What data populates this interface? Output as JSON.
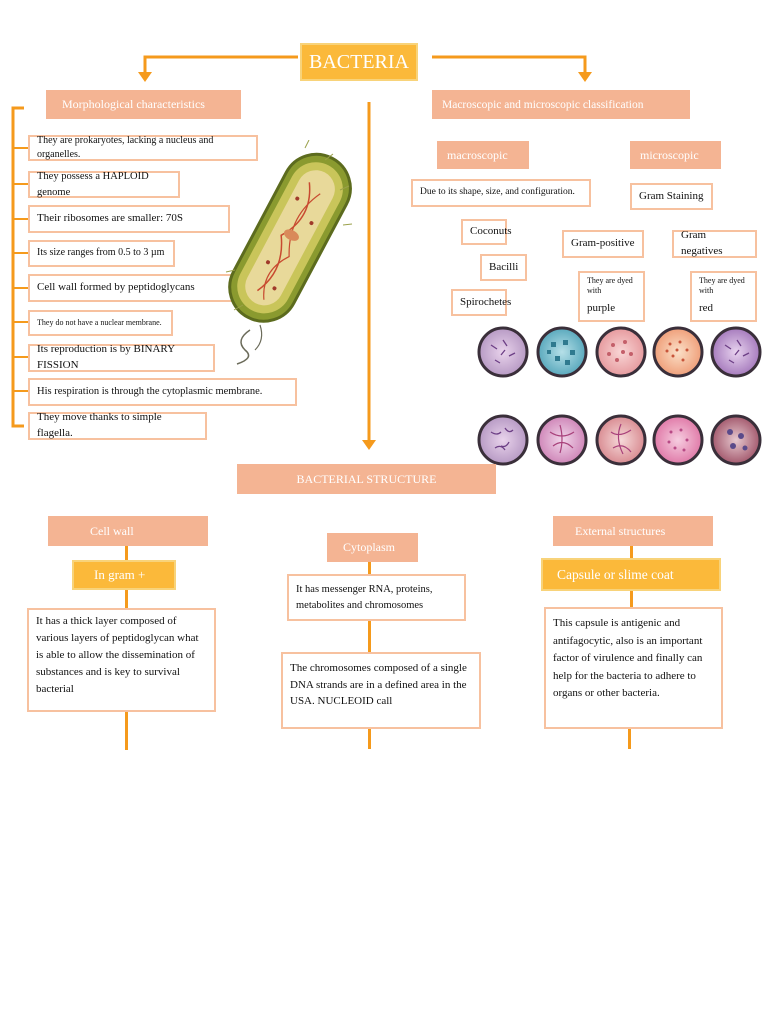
{
  "title": "BACTERIA",
  "morphology": {
    "heading": "Morphological characteristics",
    "items": [
      "They are prokaryotes, lacking a nucleus and organelles.",
      "They possess a HAPLOID genome",
      "Their ribosomes are smaller: 70S",
      "Its size ranges from 0.5 to 3 µm",
      "Cell wall formed by peptidoglycans",
      "They do not have a nuclear membrane.",
      "Its reproduction is by BINARY FISSION",
      "His respiration is through the cytoplasmic membrane.",
      "They move thanks to simple flagella."
    ]
  },
  "classification": {
    "heading": "Macroscopic and microscopic classification",
    "macroscopic": {
      "label": "macroscopic",
      "description": "Due to its shape, size, and configuration.",
      "shapes": [
        "Coconuts",
        "Bacilli",
        "Spirochetes"
      ]
    },
    "microscopic": {
      "label": "microscopic",
      "method": "Gram Staining",
      "positive": {
        "label": "Gram-positive",
        "dye_text": "They are dyed with",
        "color": "purple"
      },
      "negative": {
        "label": "Gram negatives",
        "dye_text": "They are dyed with",
        "color": "red"
      }
    }
  },
  "structure": {
    "heading": "BACTERIAL STRUCTURE",
    "cell_wall": {
      "label": "Cell wall",
      "sub": "In gram +",
      "text": "It has a thick layer composed of various layers of peptidoglycan what is able to allow the dissemination of substances and is key to survival bacterial"
    },
    "cytoplasm": {
      "label": "Cytoplasm",
      "text1": "It has messenger RNA, proteins, metabolites and chromosomes",
      "text2": "The chromosomes composed of a single DNA strands are in a defined area in the USA. NUCLEOID call"
    },
    "external": {
      "label": "External structures",
      "sub": "Capsule or slime coat",
      "text": "This capsule is antigenic and antifagocytic, also is an important factor of virulence and finally can help for the bacteria to adhere to organs or other bacteria."
    }
  },
  "colors": {
    "orange_line": "#f59a1c",
    "peach": "#f4b493",
    "yellow": "#fbb93a",
    "box_border": "#f7c19f"
  }
}
